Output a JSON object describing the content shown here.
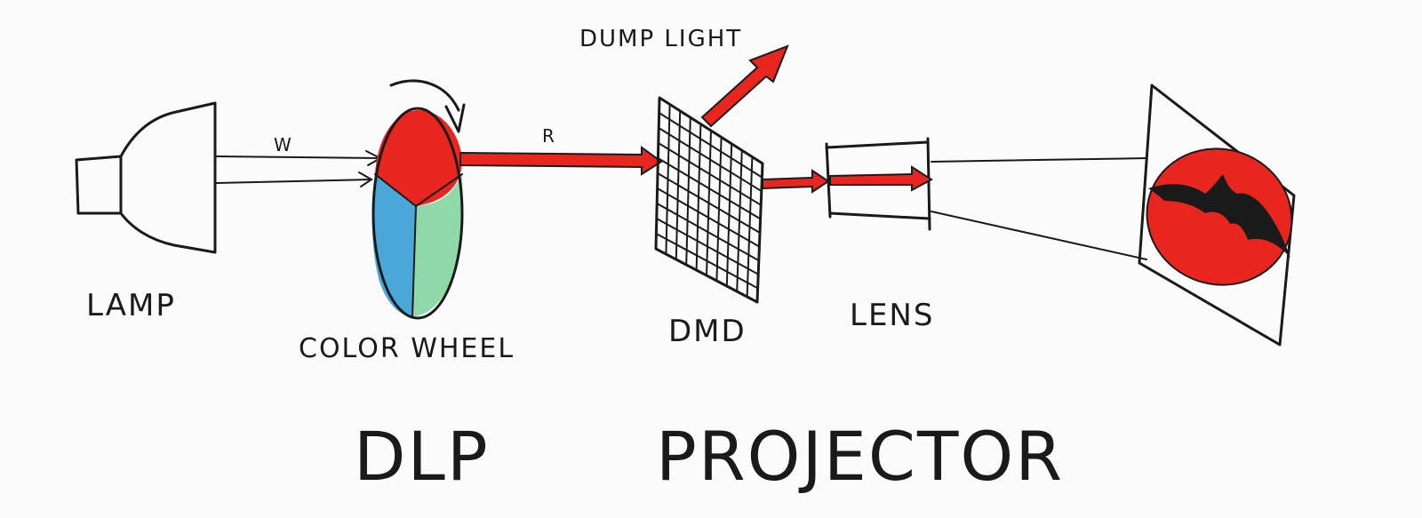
{
  "labels": {
    "lamp": "LAMP",
    "color_wheel": "COLOR WHEEL",
    "dmd": "DMD",
    "lens": "LENS",
    "dump_light": "DUMP LIGHT",
    "white_beam": "W",
    "red_beam": "R"
  },
  "title": {
    "part1": "DLP",
    "part2": "PROJECTOR"
  },
  "colors": {
    "ink": "#1a1a1a",
    "red": "#e8261f",
    "green": "#8fd9a8",
    "blue": "#4aa8d8",
    "bat": "#1a1a1a"
  },
  "icons": {
    "projected_image": "bat-silhouette"
  }
}
